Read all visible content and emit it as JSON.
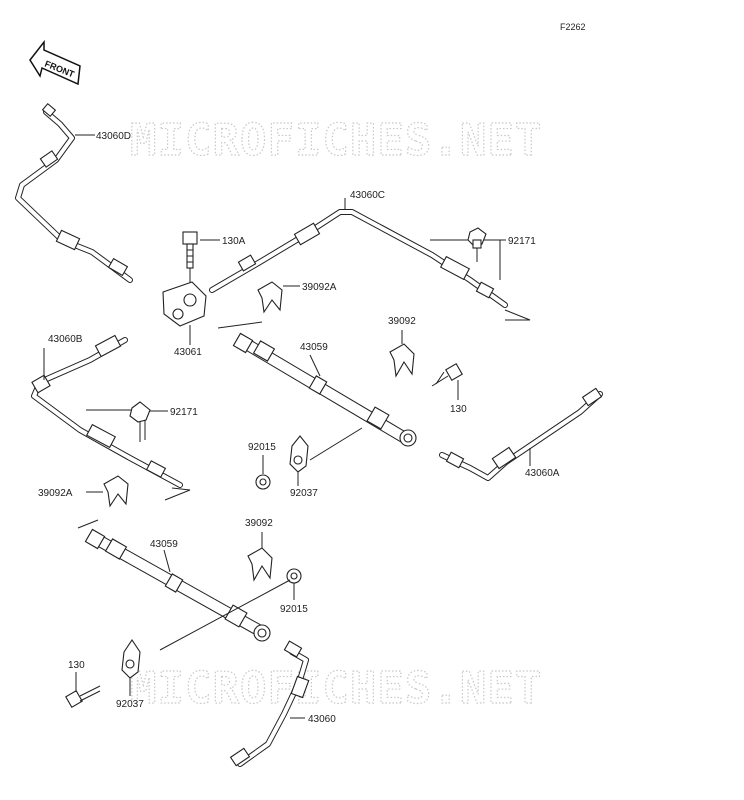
{
  "figure_code": "F2262",
  "front_label": "FRONT",
  "watermarks": [
    "MICROFICHES.NET",
    "MICROFICHES.NET"
  ],
  "callouts": [
    {
      "id": "p43060D",
      "text": "43060D"
    },
    {
      "id": "p130A",
      "text": "130A"
    },
    {
      "id": "p43060C",
      "text": "43060C"
    },
    {
      "id": "p92171a",
      "text": "92171"
    },
    {
      "id": "p39092A_top",
      "text": "39092A"
    },
    {
      "id": "p43061",
      "text": "43061"
    },
    {
      "id": "p43060B",
      "text": "43060B"
    },
    {
      "id": "p39092_top",
      "text": "39092"
    },
    {
      "id": "p43059_top",
      "text": "43059"
    },
    {
      "id": "p92171b",
      "text": "92171"
    },
    {
      "id": "p130_top",
      "text": "130"
    },
    {
      "id": "p92015_top",
      "text": "92015"
    },
    {
      "id": "p92037_top",
      "text": "92037"
    },
    {
      "id": "p43060A",
      "text": "43060A"
    },
    {
      "id": "p39092A_bot",
      "text": "39092A"
    },
    {
      "id": "p39092_bot",
      "text": "39092"
    },
    {
      "id": "p43059_bot",
      "text": "43059"
    },
    {
      "id": "p92015_bot",
      "text": "92015"
    },
    {
      "id": "p130_bot",
      "text": "130"
    },
    {
      "id": "p92037_bot",
      "text": "92037"
    },
    {
      "id": "p43060",
      "text": "43060"
    }
  ]
}
